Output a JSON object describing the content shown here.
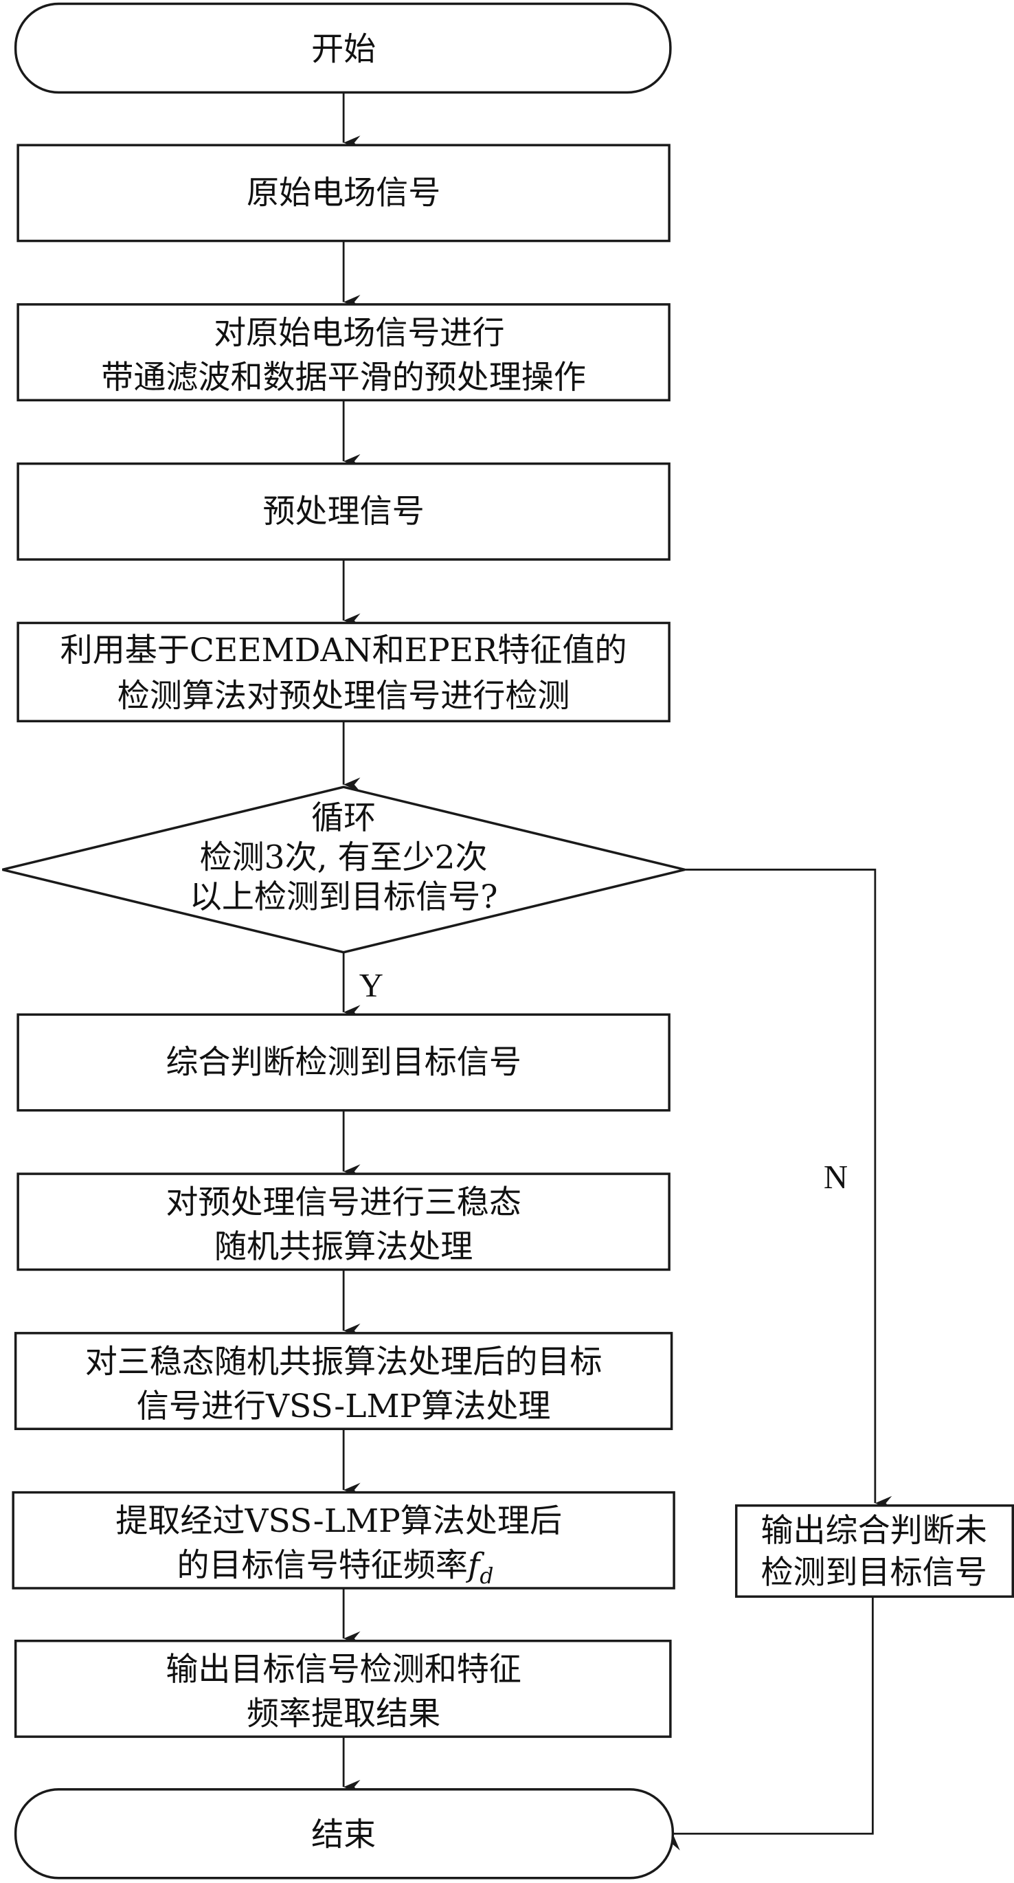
{
  "flowchart": {
    "start": "开始",
    "end": "结束",
    "steps": [
      {
        "lines": [
          "原始电场信号"
        ]
      },
      {
        "lines": [
          "对原始电场信号进行",
          "带通滤波和数据平滑的预处理操作"
        ]
      },
      {
        "lines": [
          "预处理信号"
        ]
      },
      {
        "lines": [
          "利用基于CEEMDAN和EPER特征值的",
          "检测算法对预处理信号进行检测"
        ]
      },
      {
        "lines": [
          "综合判断检测到目标信号"
        ]
      },
      {
        "lines": [
          "对预处理信号进行三稳态",
          "随机共振算法处理"
        ]
      },
      {
        "lines": [
          "对三稳态随机共振算法处理后的目标",
          "信号进行VSS-LMP算法处理"
        ]
      },
      {
        "lines": [
          "提取经过VSS-LMP算法处理后",
          "的目标信号特征频率"
        ],
        "symbol": "f",
        "symbol_sub": "d"
      },
      {
        "lines": [
          "输出目标信号检测和特征",
          "频率提取结果"
        ]
      }
    ],
    "decision": {
      "lines": [
        "循环",
        "检测3次, 有至少2次",
        "以上检测到目标信号?"
      ]
    },
    "yes_label": "Y",
    "no_label": "N",
    "no_branch": {
      "lines": [
        "输出综合判断未",
        "检测到目标信号"
      ]
    }
  }
}
